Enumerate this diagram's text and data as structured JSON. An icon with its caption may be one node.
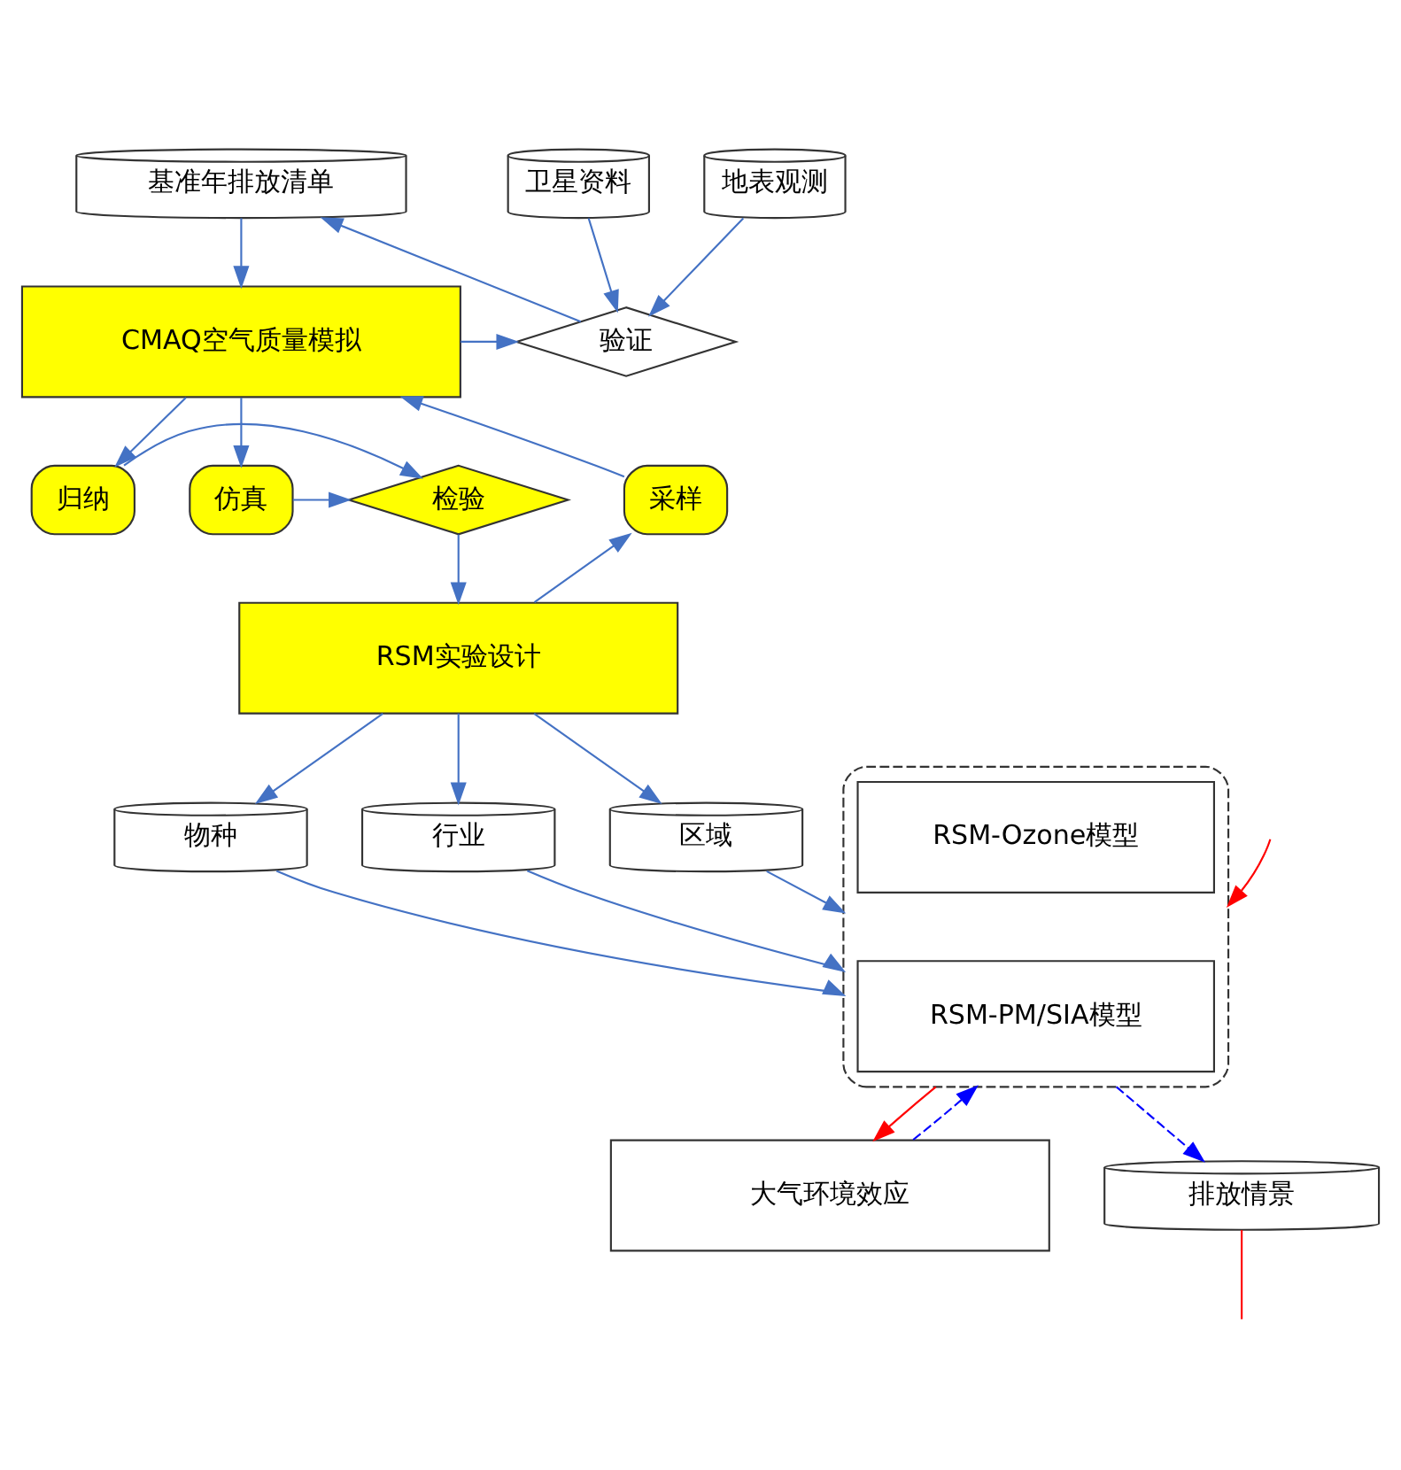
{
  "diagram": {
    "nodes": [
      {
        "text": [
          "基准年排放清单"
        ]
      },
      {
        "text": [
          "CMAQ空气质量模拟"
        ]
      },
      {
        "text": [
          "验证"
        ]
      },
      {
        "text": [
          "卫星资料"
        ]
      },
      {
        "text": [
          "地表观测"
        ]
      },
      {
        "text": [
          "采样"
        ]
      },
      {
        "text": [
          "归纳"
        ]
      },
      {
        "text": [
          "仿真"
        ]
      },
      {
        "text": [
          "检验"
        ]
      },
      {
        "text": [
          "RSM实验设计"
        ]
      },
      {
        "text": [
          "物种"
        ]
      },
      {
        "text": [
          "行业"
        ]
      },
      {
        "text": [
          "区域"
        ]
      },
      {
        "text": [],
        "shape": "box"
      },
      {
        "text": [
          "RSM-Ozone模型"
        ],
        "in": 13
      },
      {
        "text": [
          "RSM-PM/SIA模型"
        ],
        "in": 13
      },
      {
        "text": [
          "大气环境效应"
        ]
      },
      {
        "text": [
          "排放情景"
        ]
      }
    ],
    "edges": [
      {
        "from": 0,
        "to": 1,
        "arrow": "to"
      },
      {
        "from": 1,
        "to": 2,
        "arrow": "to"
      },
      {
        "from": 2,
        "to": 0,
        "arrow": "to"
      },
      {
        "from": 3,
        "to": 2,
        "arrow": "to"
      },
      {
        "from": 4,
        "to": 2,
        "arrow": "to"
      },
      {
        "from": 1,
        "to": 6,
        "arrow": "to"
      },
      {
        "from": 1,
        "to": 7,
        "arrow": "to"
      },
      {
        "from": 5,
        "to": 1,
        "arrow": "to"
      },
      {
        "from": 7,
        "to": 8,
        "arrow": "to"
      },
      {
        "from": 6,
        "to": 8,
        "arrow": "to"
      },
      {
        "from": 8,
        "to": 9,
        "arrow": "to"
      },
      {
        "from": 9,
        "to": 5,
        "arrow": "to"
      },
      {
        "from": 9,
        "to": 10,
        "arrow": "to"
      },
      {
        "from": 9,
        "to": 11,
        "arrow": "to"
      },
      {
        "from": 9,
        "to": 12,
        "arrow": "to"
      },
      {
        "from": 10,
        "to": 13,
        "arrow": "to"
      },
      {
        "from": 11,
        "to": 13,
        "arrow": "to"
      },
      {
        "from": 12,
        "to": 13,
        "arrow": "to"
      },
      {
        "from": null,
        "to": 13,
        "arrow": "to",
        "color": "#ff0000"
      },
      {
        "from": 13,
        "to": 16,
        "arrow": "to",
        "color": "#ff0000"
      },
      {
        "from": 16,
        "to": 13,
        "arrow": "to",
        "style": "dashed",
        "color": "#0000ff"
      },
      {
        "from": 13,
        "to": 17,
        "arrow": "to",
        "style": "dashed",
        "color": "#0000ff"
      },
      {
        "from": 17,
        "to": null,
        "arrow": "none",
        "color": "#ff0000"
      }
    ]
  }
}
